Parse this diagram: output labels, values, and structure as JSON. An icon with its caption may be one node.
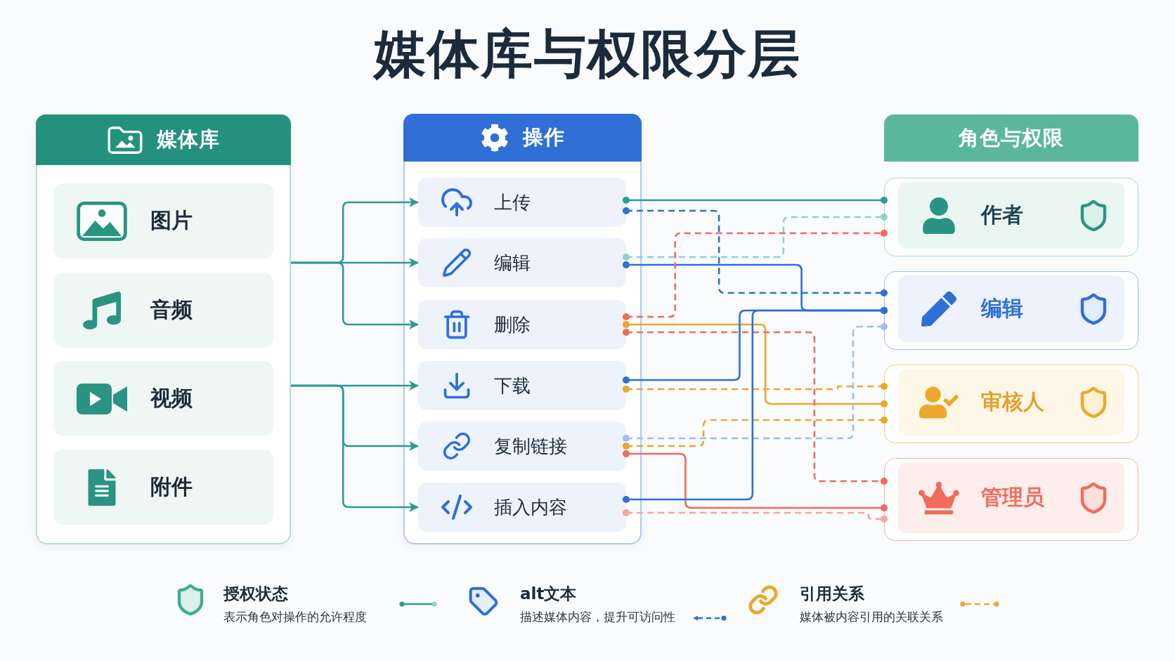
{
  "diagram": {
    "title": "媒体库与权限分层",
    "nodes": [
      {
        "text": [
          "媒体库"
        ]
      },
      {
        "text": [
          "图片"
        ],
        "in": 0
      },
      {
        "text": [
          "音频"
        ],
        "in": 0
      },
      {
        "text": [
          "视频"
        ],
        "in": 0
      },
      {
        "text": [
          "附件"
        ],
        "in": 0
      },
      {
        "text": [
          "操作"
        ]
      },
      {
        "text": [
          "上传"
        ],
        "in": 5
      },
      {
        "text": [
          "编辑"
        ],
        "in": 5
      },
      {
        "text": [
          "删除"
        ],
        "in": 5
      },
      {
        "text": [
          "下载"
        ],
        "in": 5
      },
      {
        "text": [
          "复制链接"
        ],
        "in": 5
      },
      {
        "text": [
          "插入内容"
        ],
        "in": 5
      },
      {
        "text": [
          "角色与权限"
        ]
      },
      {
        "text": [
          "作者"
        ]
      },
      {
        "text": [
          "编辑"
        ]
      },
      {
        "text": [
          "审核人"
        ]
      },
      {
        "text": [
          "管理员"
        ]
      }
    ],
    "edges": [
      {
        "from": 0,
        "to": 6,
        "arrow": "to"
      },
      {
        "from": 0,
        "to": 7,
        "arrow": "to"
      },
      {
        "from": 0,
        "to": 8,
        "arrow": "to"
      },
      {
        "from": 0,
        "to": 9,
        "arrow": "to"
      },
      {
        "from": 0,
        "to": 10,
        "arrow": "to"
      },
      {
        "from": 0,
        "to": 11,
        "arrow": "to"
      },
      {
        "from": 6,
        "to": 13,
        "arrow": "other"
      },
      {
        "from": 6,
        "to": 14,
        "arrow": "other",
        "style": "dashed",
        "color": "#2f6fd6"
      },
      {
        "from": 7,
        "to": 13,
        "arrow": "other",
        "style": "dashed",
        "color": "#8fd3c3"
      },
      {
        "from": 7,
        "to": 14,
        "arrow": "other",
        "color": "#2f6fd6"
      },
      {
        "from": 8,
        "to": 13,
        "arrow": "other",
        "style": "dashed",
        "color": "#f26b5b"
      },
      {
        "from": 8,
        "to": 15,
        "arrow": "other",
        "color": "#eba82c"
      },
      {
        "from": 8,
        "to": 16,
        "arrow": "other",
        "style": "dashed",
        "color": "#f26b5b"
      },
      {
        "from": 9,
        "to": 14,
        "arrow": "other",
        "color": "#2f6fd6"
      },
      {
        "from": 9,
        "to": 15,
        "arrow": "other",
        "style": "dashed",
        "color": "#eba82c"
      },
      {
        "from": 10,
        "to": 14,
        "arrow": "other",
        "style": "dashed",
        "color": "#9cc0ee"
      },
      {
        "from": 10,
        "to": 15,
        "arrow": "other",
        "style": "dashed",
        "color": "#eba82c"
      },
      {
        "from": 10,
        "to": 16,
        "arrow": "other",
        "color": "#f26b5b"
      },
      {
        "from": 11,
        "to": 14,
        "arrow": "other",
        "color": "#2f6fd6"
      },
      {
        "from": 11,
        "to": 16,
        "arrow": "other",
        "style": "dashed",
        "color": "#f7a59b"
      }
    ],
    "labels": [
      "表示角色对操作的允许程度",
      "描述媒体内容，提升可访问性",
      "媒体被内容引用的关联关系"
    ],
    "legend": [
      {
        "text": "授权状态"
      },
      {
        "text": "alt文本"
      },
      {
        "text": "引用关系"
      }
    ]
  }
}
